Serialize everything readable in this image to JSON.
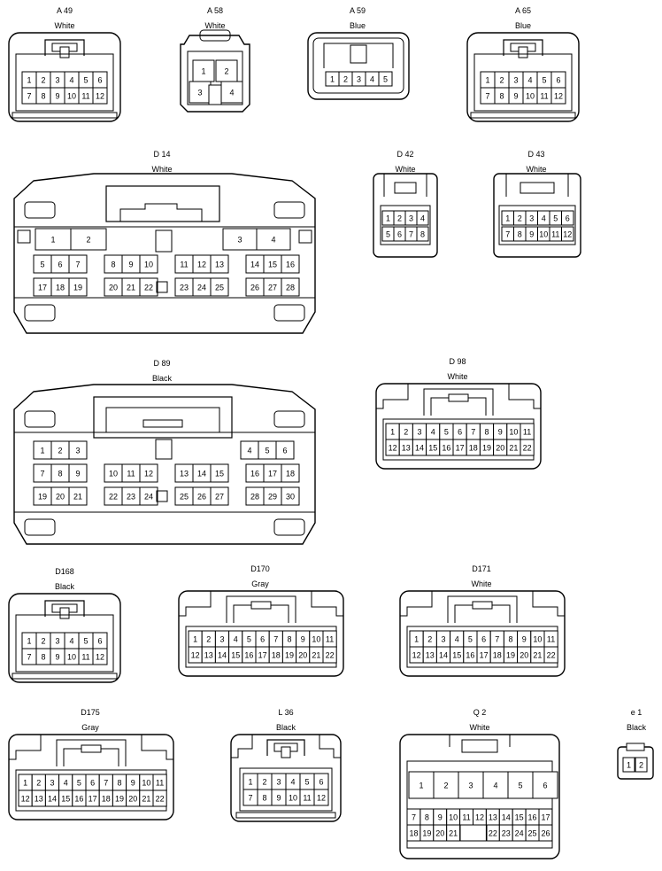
{
  "connectors": {
    "A49": {
      "code": "A 49",
      "color": "White",
      "pins": [
        "1",
        "2",
        "3",
        "4",
        "5",
        "6",
        "7",
        "8",
        "9",
        "10",
        "11",
        "12"
      ]
    },
    "A58": {
      "code": "A 58",
      "color": "White",
      "pins": [
        "1",
        "2",
        "3",
        "4"
      ]
    },
    "A59": {
      "code": "A 59",
      "color": "Blue",
      "pins": [
        "1",
        "2",
        "3",
        "4",
        "5"
      ]
    },
    "A65": {
      "code": "A 65",
      "color": "Blue",
      "pins": [
        "1",
        "2",
        "3",
        "4",
        "5",
        "6",
        "7",
        "8",
        "9",
        "10",
        "11",
        "12"
      ]
    },
    "D14": {
      "code": "D 14",
      "color": "White",
      "pins": [
        "1",
        "2",
        "3",
        "4",
        "5",
        "6",
        "7",
        "8",
        "9",
        "10",
        "11",
        "12",
        "13",
        "14",
        "15",
        "16",
        "17",
        "18",
        "19",
        "20",
        "21",
        "22",
        "23",
        "24",
        "25",
        "26",
        "27",
        "28"
      ]
    },
    "D42": {
      "code": "D 42",
      "color": "White",
      "pins": [
        "1",
        "2",
        "3",
        "4",
        "5",
        "6",
        "7",
        "8"
      ]
    },
    "D43": {
      "code": "D 43",
      "color": "White",
      "pins": [
        "1",
        "2",
        "3",
        "4",
        "5",
        "6",
        "7",
        "8",
        "9",
        "10",
        "11",
        "12"
      ]
    },
    "D89": {
      "code": "D 89",
      "color": "Black",
      "pins": [
        "1",
        "2",
        "3",
        "4",
        "5",
        "6",
        "7",
        "8",
        "9",
        "10",
        "11",
        "12",
        "13",
        "14",
        "15",
        "16",
        "17",
        "18",
        "19",
        "20",
        "21",
        "22",
        "23",
        "24",
        "25",
        "26",
        "27",
        "28",
        "29",
        "30"
      ]
    },
    "D98": {
      "code": "D 98",
      "color": "White",
      "pins": [
        "1",
        "2",
        "3",
        "4",
        "5",
        "6",
        "7",
        "8",
        "9",
        "10",
        "11",
        "12",
        "13",
        "14",
        "15",
        "16",
        "17",
        "18",
        "19",
        "20",
        "21",
        "22"
      ]
    },
    "D168": {
      "code": "D168",
      "color": "Black",
      "pins": [
        "1",
        "2",
        "3",
        "4",
        "5",
        "6",
        "7",
        "8",
        "9",
        "10",
        "11",
        "12"
      ]
    },
    "D170": {
      "code": "D170",
      "color": "Gray",
      "pins": [
        "1",
        "2",
        "3",
        "4",
        "5",
        "6",
        "7",
        "8",
        "9",
        "10",
        "11",
        "12",
        "13",
        "14",
        "15",
        "16",
        "17",
        "18",
        "19",
        "20",
        "21",
        "22"
      ]
    },
    "D171": {
      "code": "D171",
      "color": "White",
      "pins": [
        "1",
        "2",
        "3",
        "4",
        "5",
        "6",
        "7",
        "8",
        "9",
        "10",
        "11",
        "12",
        "13",
        "14",
        "15",
        "16",
        "17",
        "18",
        "19",
        "20",
        "21",
        "22"
      ]
    },
    "D175": {
      "code": "D175",
      "color": "Gray",
      "pins": [
        "1",
        "2",
        "3",
        "4",
        "5",
        "6",
        "7",
        "8",
        "9",
        "10",
        "11",
        "12",
        "13",
        "14",
        "15",
        "16",
        "17",
        "18",
        "19",
        "20",
        "21",
        "22"
      ]
    },
    "L36": {
      "code": "L 36",
      "color": "Black",
      "pins": [
        "1",
        "2",
        "3",
        "4",
        "5",
        "6",
        "7",
        "8",
        "9",
        "10",
        "11",
        "12"
      ]
    },
    "Q2": {
      "code": "Q 2",
      "color": "White",
      "pins": [
        "1",
        "2",
        "3",
        "4",
        "5",
        "6",
        "7",
        "8",
        "9",
        "10",
        "11",
        "12",
        "13",
        "14",
        "15",
        "16",
        "17",
        "18",
        "19",
        "20",
        "21",
        "22",
        "23",
        "24",
        "25",
        "26"
      ]
    },
    "e1": {
      "code": "e 1",
      "color": "Black",
      "pins": [
        "1",
        "2"
      ]
    }
  }
}
